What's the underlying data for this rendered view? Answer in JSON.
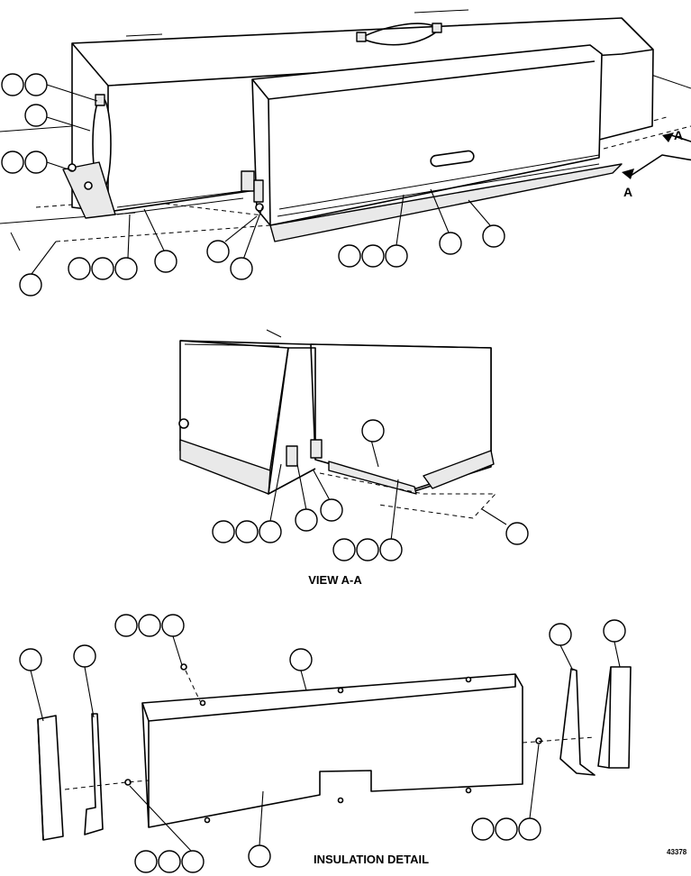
{
  "labels": {
    "section_marker_upper": "A",
    "section_marker_lower": "A",
    "view_title": "VIEW A-A",
    "detail_title": "INSULATION DETAIL",
    "figure_number": "43378"
  }
}
